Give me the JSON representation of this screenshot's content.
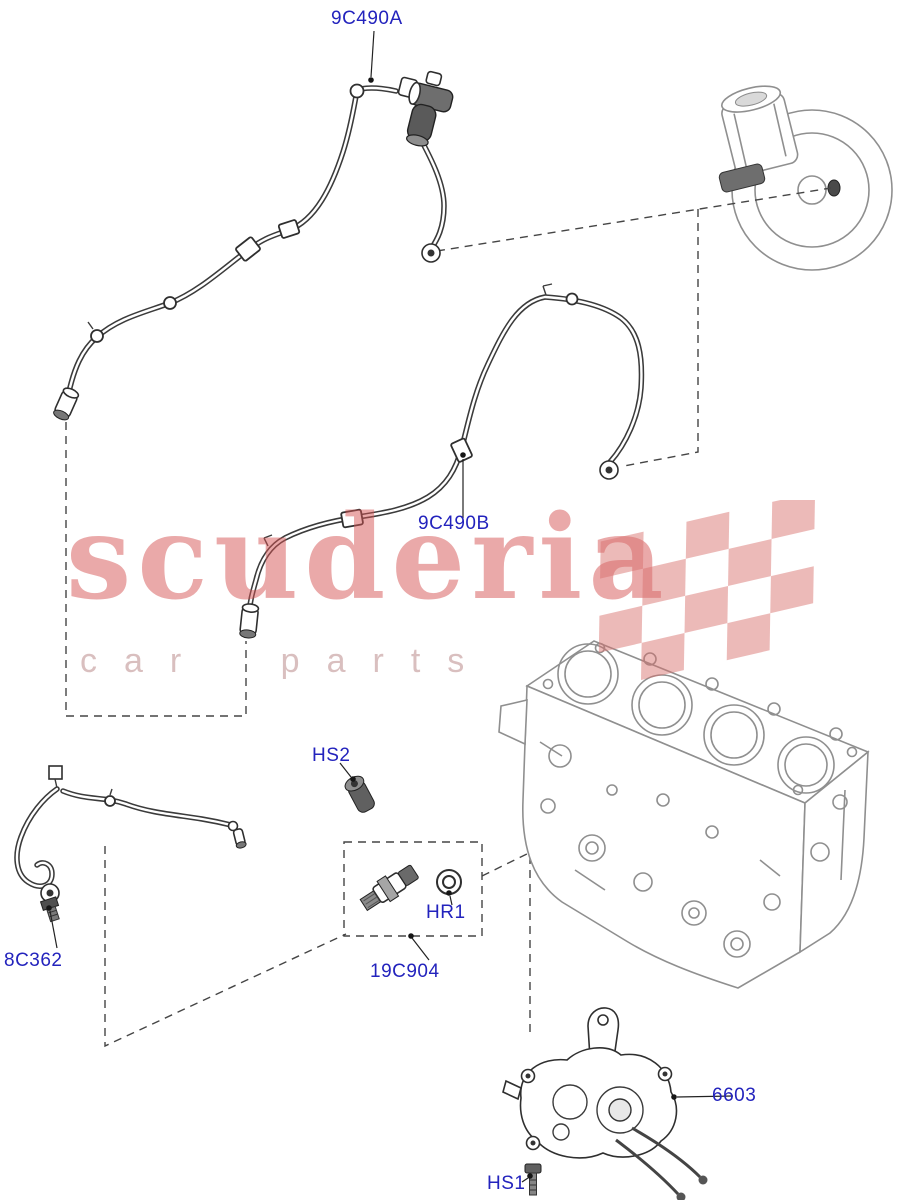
{
  "labels": {
    "part_9c490a": "9C490A",
    "part_9c490b": "9C490B",
    "part_hs2": "HS2",
    "part_hr1": "HR1",
    "part_19c904": "19C904",
    "part_8c362": "8C362",
    "part_6603": "6603",
    "part_hs1": "HS1"
  },
  "watermark": {
    "brand": "scuderia",
    "tagline": "car parts",
    "color": "#d9534f"
  },
  "colors": {
    "label_blue": "#2323bd",
    "line_dark": "#3b3b3b",
    "engine_gray": "#8f8f8f",
    "watermark_pink": "#d9534f"
  }
}
